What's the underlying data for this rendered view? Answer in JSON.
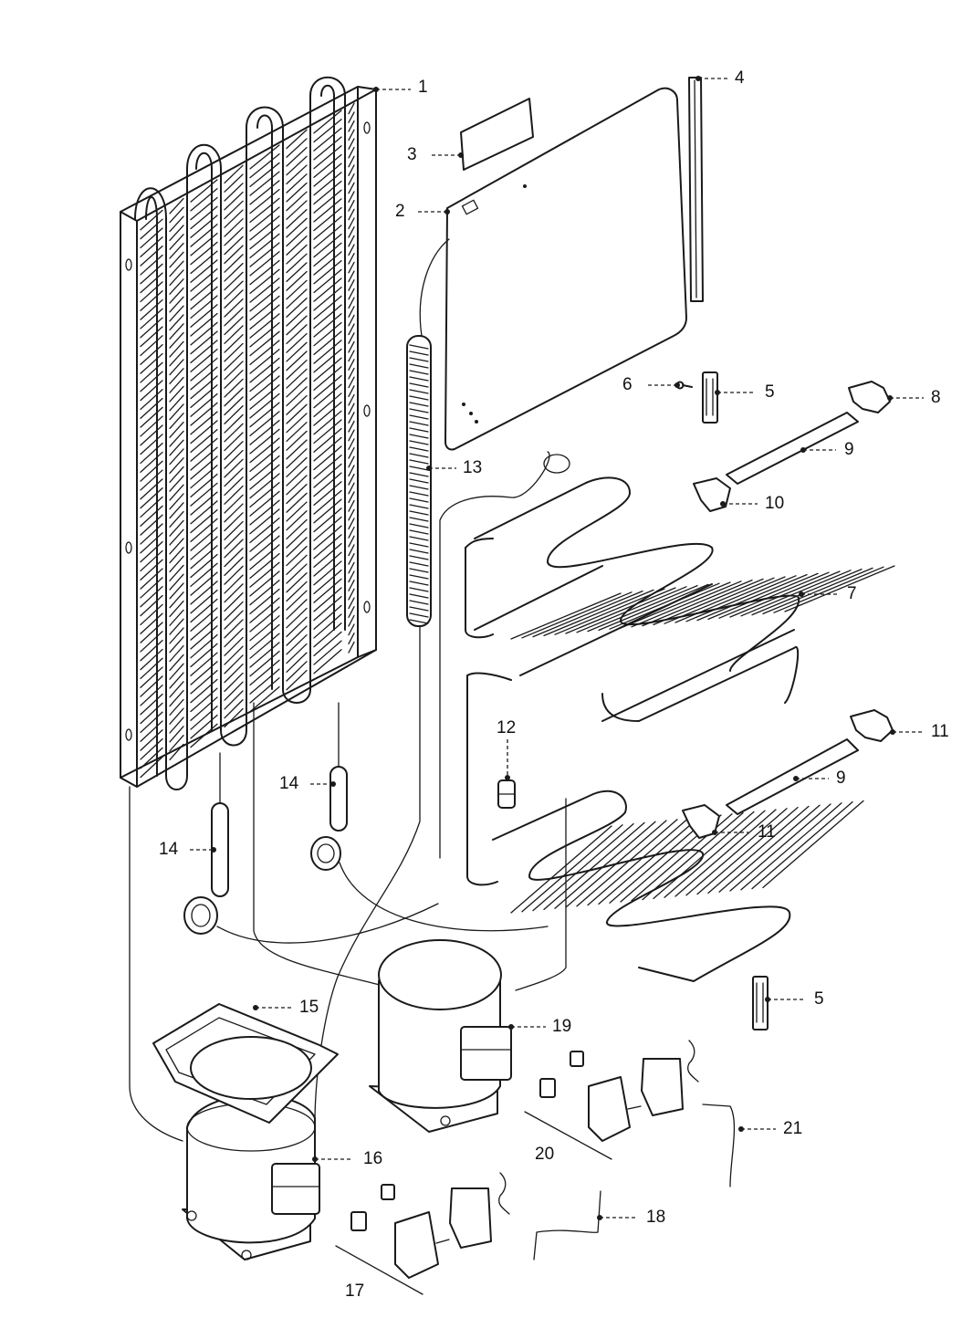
{
  "callouts": [
    {
      "id": "c1",
      "label": "1"
    },
    {
      "id": "c2",
      "label": "2"
    },
    {
      "id": "c3",
      "label": "3"
    },
    {
      "id": "c4",
      "label": "4"
    },
    {
      "id": "c5a",
      "label": "5"
    },
    {
      "id": "c5b",
      "label": "5"
    },
    {
      "id": "c6",
      "label": "6"
    },
    {
      "id": "c7",
      "label": "7"
    },
    {
      "id": "c8",
      "label": "8"
    },
    {
      "id": "c9a",
      "label": "9"
    },
    {
      "id": "c9b",
      "label": "9"
    },
    {
      "id": "c10",
      "label": "10"
    },
    {
      "id": "c11a",
      "label": "11"
    },
    {
      "id": "c11b",
      "label": "11"
    },
    {
      "id": "c12",
      "label": "12"
    },
    {
      "id": "c13",
      "label": "13"
    },
    {
      "id": "c14a",
      "label": "14"
    },
    {
      "id": "c14b",
      "label": "14"
    },
    {
      "id": "c15",
      "label": "15"
    },
    {
      "id": "c16",
      "label": "16"
    },
    {
      "id": "c17",
      "label": "17"
    },
    {
      "id": "c18",
      "label": "18"
    },
    {
      "id": "c19",
      "label": "19"
    },
    {
      "id": "c20",
      "label": "20"
    },
    {
      "id": "c21",
      "label": "21"
    }
  ]
}
